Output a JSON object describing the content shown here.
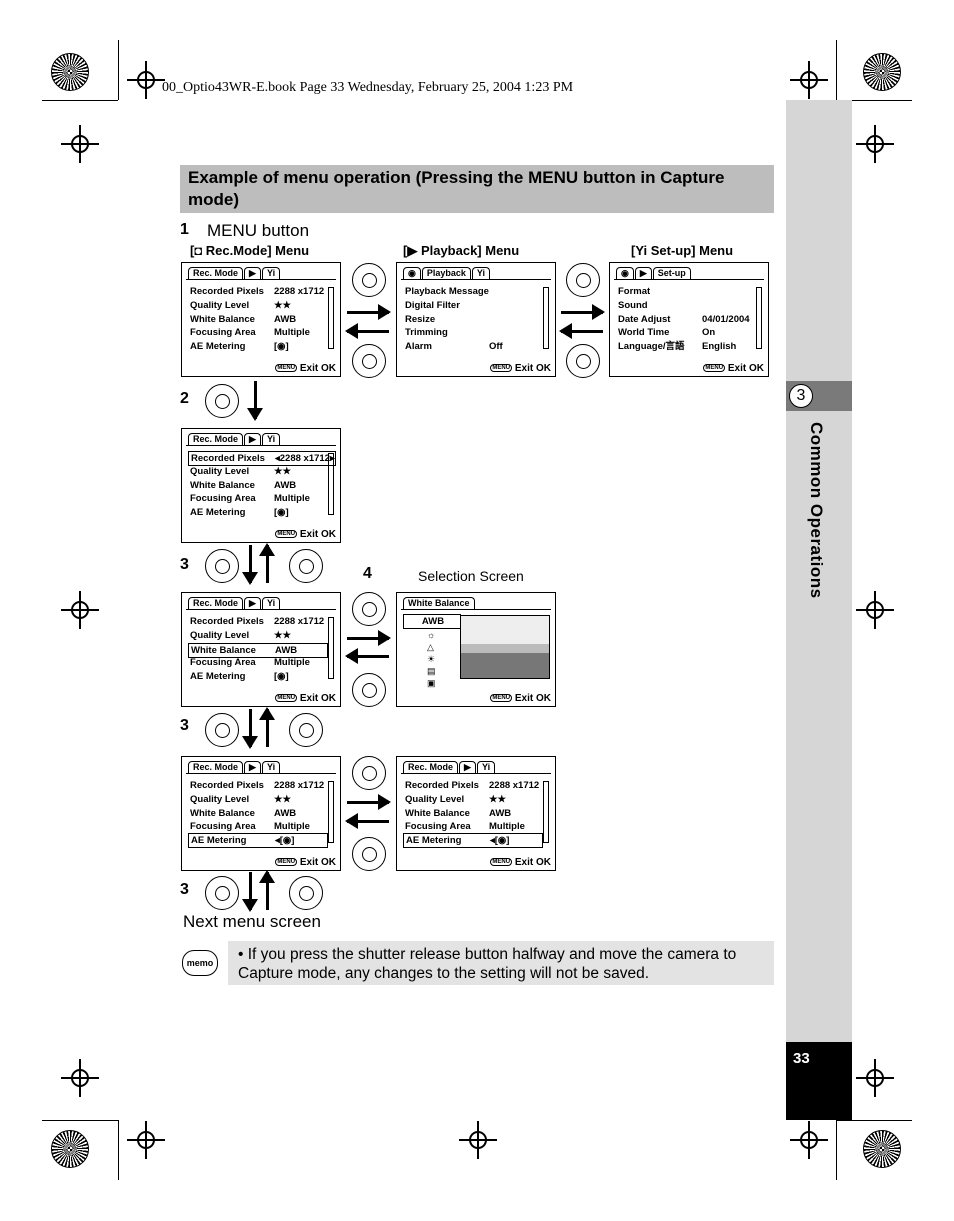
{
  "header": {
    "book_line": "00_Optio43WR-E.book  Page 33  Wednesday, February 25, 2004  1:23 PM"
  },
  "section": {
    "title": "Example of menu operation (Pressing the MENU button in Capture mode)"
  },
  "sidebar": {
    "chapter_number": "3",
    "chapter_title": "Common Operations",
    "page_number": "33"
  },
  "steps": {
    "s1": "1",
    "s1_text": "MENU button",
    "s2": "2",
    "s3a": "3",
    "s4": "4",
    "s3b": "3",
    "s3c": "3",
    "selection_label": "Selection Screen",
    "next_menu": "Next menu screen"
  },
  "menus": {
    "rec_label": "[◘ Rec.Mode] Menu",
    "play_label": "[▶ Playback] Menu",
    "setup_label": "[Yi Set-up] Menu"
  },
  "lcd": {
    "rec_tab": "Rec. Mode",
    "rec_rows": [
      {
        "k": "Recorded Pixels",
        "v": "2288 x1712"
      },
      {
        "k": "Quality Level",
        "v": "★★"
      },
      {
        "k": "White Balance",
        "v": "AWB"
      },
      {
        "k": "Focusing Area",
        "v": "Multiple"
      },
      {
        "k": "AE Metering",
        "v": "[◉]"
      }
    ],
    "play_tab": "Playback",
    "play_rows": [
      {
        "k": "Playback  Message",
        "v": ""
      },
      {
        "k": "Digital Filter",
        "v": ""
      },
      {
        "k": "Resize",
        "v": ""
      },
      {
        "k": "Trimming",
        "v": ""
      },
      {
        "k": "Alarm",
        "v": "Off"
      }
    ],
    "setup_tab": "Set-up",
    "setup_rows": [
      {
        "k": "Format",
        "v": ""
      },
      {
        "k": "Sound",
        "v": ""
      },
      {
        "k": "Date Adjust",
        "v": "04/01/2004"
      },
      {
        "k": "World Time",
        "v": "On"
      },
      {
        "k": "Language/言語",
        "v": "English"
      }
    ],
    "footer": "Exit  OK",
    "menu_badge": "MENU",
    "wb_tab": "White Balance",
    "wb_value": "AWB",
    "rec_tab2": "Rec. Mode",
    "step2_pixels": "◂2288 x1712▸",
    "ae_sel": "◂[◉]",
    "ae_sel2": "◂[◉]"
  },
  "memo": {
    "icon_label": "memo",
    "text": "•  If you press the shutter release button halfway and move the camera to Capture mode, any changes to the setting will not be saved."
  }
}
